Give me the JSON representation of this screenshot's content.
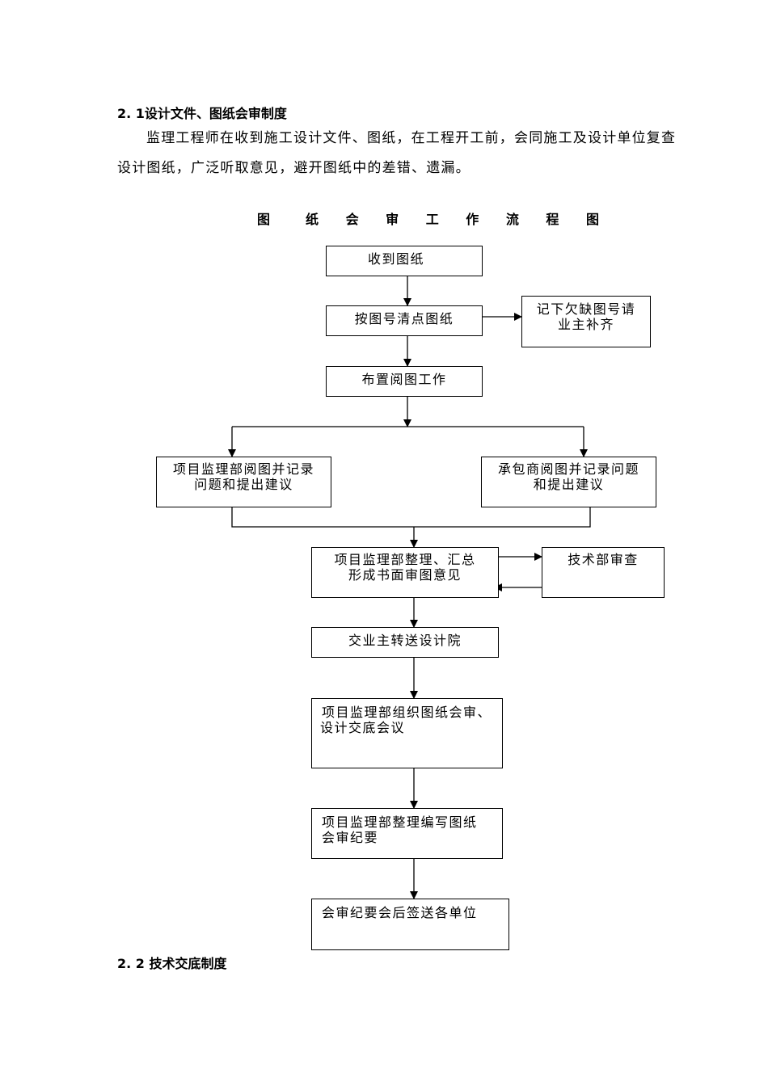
{
  "section_1": {
    "heading": "2. 1设计文件、图纸会审制度",
    "paragraph_line1": "监理工程师在收到施工设计文件、图纸，在工程开工前，会同施工及设计单位复查",
    "paragraph_line2": "设计图纸，广泛听取意见，避开图纸中的差错、遗漏。"
  },
  "flowchart": {
    "title": "图　纸 会 审 工 作 流 程 图",
    "nodes": {
      "receive": "收到图纸",
      "count": "按图号清点图纸",
      "missing_l1": "记下欠缺图号请",
      "missing_l2": "业主补齐",
      "arrange": "布置阅图工作",
      "supervisor_review_l1": "项目监理部阅图并记录",
      "supervisor_review_l2": "问题和提出建议",
      "contractor_review_l1": "承包商阅图并记录问题",
      "contractor_review_l2": "和提出建议",
      "summarize_l1": "项目监理部整理、汇总",
      "summarize_l2": "形成书面审图意见",
      "tech_review": "技术部审查",
      "forward": "交业主转送设计院",
      "meeting_l1": "项目监理部组织图纸会审、",
      "meeting_l2": "设计交底会议",
      "minutes_l1": "项目监理部整理编写图纸",
      "minutes_l2": "会审纪要",
      "distribute": "会审纪要会后签送各单位"
    }
  },
  "section_2": {
    "heading": "2. 2 技术交底制度"
  }
}
